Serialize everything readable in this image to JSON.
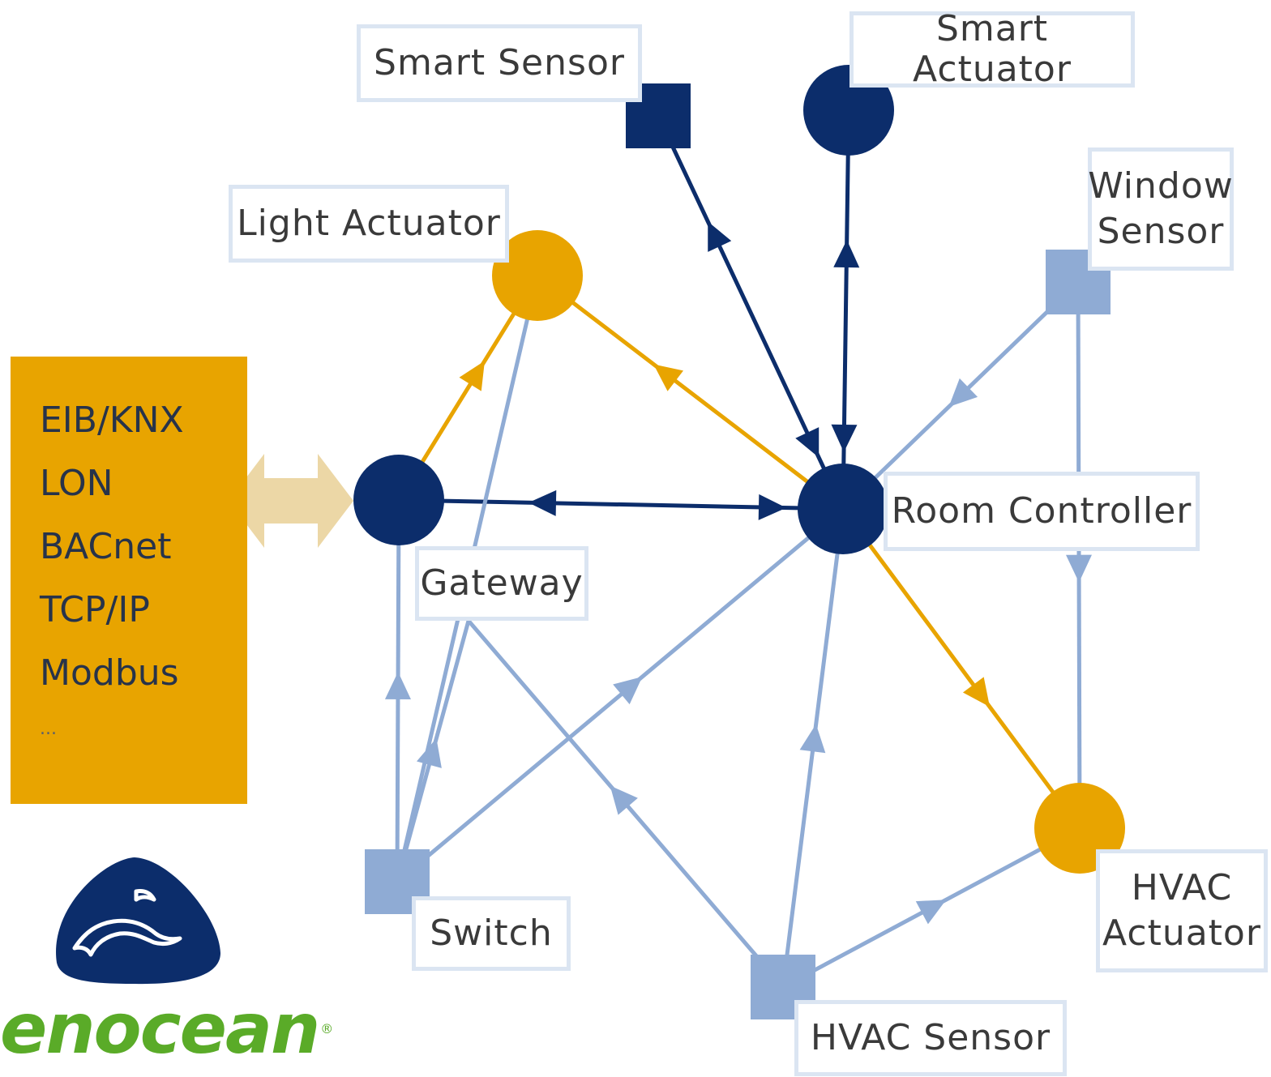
{
  "colors": {
    "navy": "#0c2d6b",
    "light_blue": "#8fabd4",
    "orange": "#e8a400",
    "pale_orange": "#ecd7a6",
    "label_border": "#dbe5f2",
    "brand_green": "#5aab28"
  },
  "protocols": {
    "items": [
      "EIB/KNX",
      "LON",
      "BACnet",
      "TCP/IP",
      "Modbus"
    ],
    "more": "..."
  },
  "nodes": {
    "smart_sensor": {
      "label": "Smart Sensor",
      "shape": "square",
      "color": "navy"
    },
    "smart_actuator": {
      "label": "Smart Actuator",
      "shape": "circle",
      "color": "navy"
    },
    "light_actuator": {
      "label": "Light Actuator",
      "shape": "circle",
      "color": "orange"
    },
    "window_sensor": {
      "label_lines": [
        "Window",
        "Sensor"
      ],
      "shape": "square",
      "color": "light_blue"
    },
    "gateway": {
      "label": "Gateway",
      "shape": "circle",
      "color": "navy"
    },
    "room_controller": {
      "label": "Room Controller",
      "shape": "circle",
      "color": "navy"
    },
    "switch": {
      "label": "Switch",
      "shape": "square",
      "color": "light_blue"
    },
    "hvac_actuator": {
      "label_lines": [
        "HVAC",
        "Actuator"
      ],
      "shape": "circle",
      "color": "orange"
    },
    "hvac_sensor": {
      "label": "HVAC Sensor",
      "shape": "square",
      "color": "light_blue"
    }
  },
  "links": [
    {
      "from": "smart_sensor",
      "to": "room_controller",
      "color": "navy",
      "direction": "both"
    },
    {
      "from": "smart_actuator",
      "to": "room_controller",
      "color": "navy",
      "direction": "both"
    },
    {
      "from": "gateway",
      "to": "room_controller",
      "color": "navy",
      "direction": "both"
    },
    {
      "from": "gateway",
      "to": "light_actuator",
      "color": "orange",
      "direction": "forward"
    },
    {
      "from": "room_controller",
      "to": "light_actuator",
      "color": "orange",
      "direction": "forward"
    },
    {
      "from": "room_controller",
      "to": "hvac_actuator",
      "color": "orange",
      "direction": "forward"
    },
    {
      "from": "window_sensor",
      "to": "room_controller",
      "color": "light_blue",
      "direction": "forward"
    },
    {
      "from": "window_sensor",
      "to": "hvac_actuator",
      "color": "light_blue",
      "direction": "forward"
    },
    {
      "from": "switch",
      "to": "gateway",
      "color": "light_blue",
      "direction": "forward"
    },
    {
      "from": "switch",
      "to": "gateway_label",
      "color": "light_blue",
      "direction": "forward"
    },
    {
      "from": "switch",
      "to": "room_controller",
      "color": "light_blue",
      "direction": "forward"
    },
    {
      "from": "light_actuator",
      "to": "switch",
      "color": "light_blue",
      "direction": "none"
    },
    {
      "from": "hvac_sensor",
      "to": "gateway_label",
      "color": "light_blue",
      "direction": "forward"
    },
    {
      "from": "hvac_sensor",
      "to": "room_controller",
      "color": "light_blue",
      "direction": "forward"
    },
    {
      "from": "hvac_sensor",
      "to": "hvac_actuator",
      "color": "light_blue",
      "direction": "forward"
    }
  ],
  "brand": {
    "name": "enocean",
    "mark": "®"
  }
}
